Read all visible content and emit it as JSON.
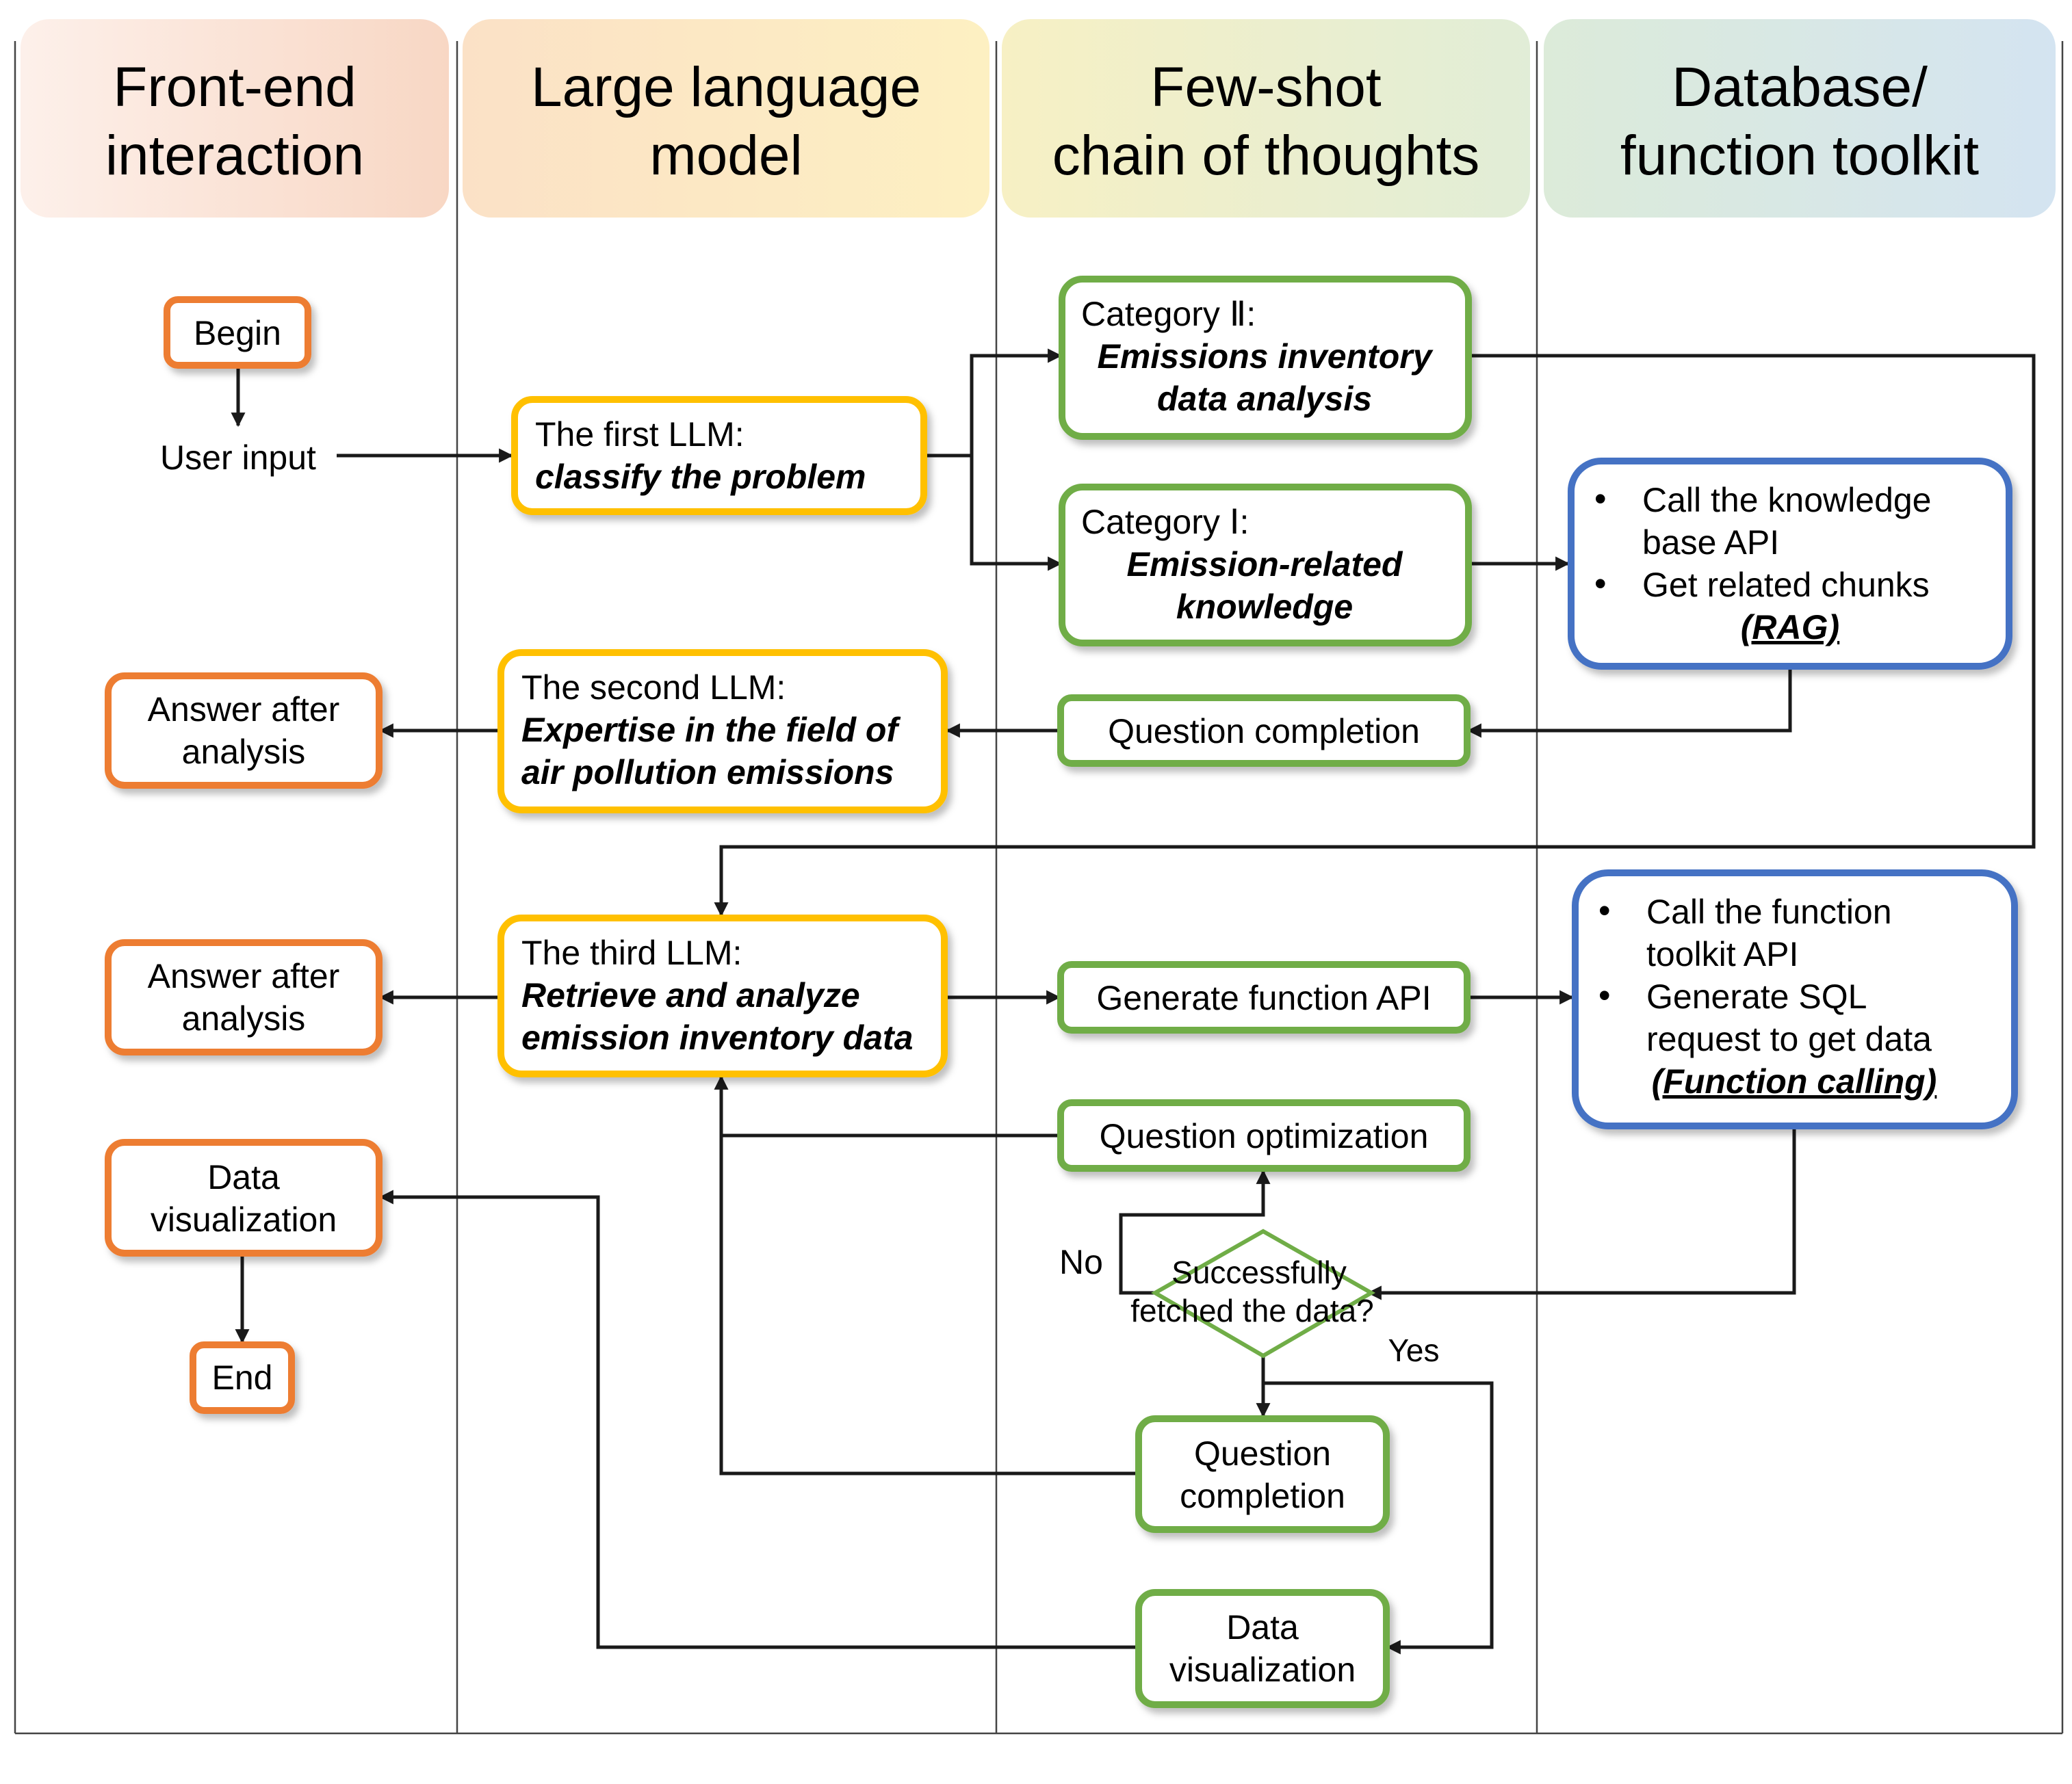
{
  "lanes": [
    {
      "title_1": "Front-end",
      "title_2": "interaction",
      "color": "#f9dccb"
    },
    {
      "title_1": "Large language",
      "title_2": "model",
      "color": "#fbe6bf"
    },
    {
      "title_1": "Few-shot",
      "title_2": "chain of thoughts",
      "color": "#e9f0c9"
    },
    {
      "title_1": "Database/",
      "title_2": "function toolkit",
      "color": "#d3e6ee"
    }
  ],
  "colors": {
    "orange": "#ed7d31",
    "yellow": "#ffc000",
    "green": "#70ad47",
    "blue": "#4472c4",
    "line": "#1a1a1a"
  },
  "front_end": {
    "begin": "Begin",
    "user_input": "User input",
    "answer_1_l1": "Answer after",
    "answer_1_l2": "analysis",
    "answer_2_l1": "Answer after",
    "answer_2_l2": "analysis",
    "dataviz_l1": "Data",
    "dataviz_l2": "visualization",
    "end": "End"
  },
  "llm": {
    "first_l1": "The first LLM:",
    "first_l2": "classify the problem",
    "second_l1": "The second LLM:",
    "second_l2": "Expertise in the field of",
    "second_l3": "air pollution emissions",
    "third_l1": "The third LLM:",
    "third_l2": "Retrieve and analyze",
    "third_l3": "emission inventory data"
  },
  "cot": {
    "cat2_l1": "Category Ⅱ:",
    "cat2_l2": "Emissions inventory",
    "cat2_l3": "data analysis",
    "cat1_l1": "Category Ⅰ:",
    "cat1_l2": "Emission-related",
    "cat1_l3": "knowledge",
    "question_completion_1": "Question completion",
    "generate_function_api": "Generate function API",
    "question_optimization": "Question optimization",
    "decision_l1": "Successfully",
    "decision_l2": "fetched the data?",
    "no": "No",
    "yes": "Yes",
    "question_completion_2_l1": "Question",
    "question_completion_2_l2": "completion",
    "dataviz_l1": "Data",
    "dataviz_l2": "visualization"
  },
  "toolkit": {
    "kb_bullet_1_l1": "Call the knowledge",
    "kb_bullet_1_l2": "base API",
    "kb_bullet_2": "Get related chunks",
    "kb_note": "(RAG)",
    "fn_bullet_1_l1": "Call the function",
    "fn_bullet_1_l2": "toolkit API",
    "fn_bullet_2_l1": "Generate SQL",
    "fn_bullet_2_l2": "request to get data",
    "fn_note": "(Function calling)",
    "bullet": "•"
  }
}
